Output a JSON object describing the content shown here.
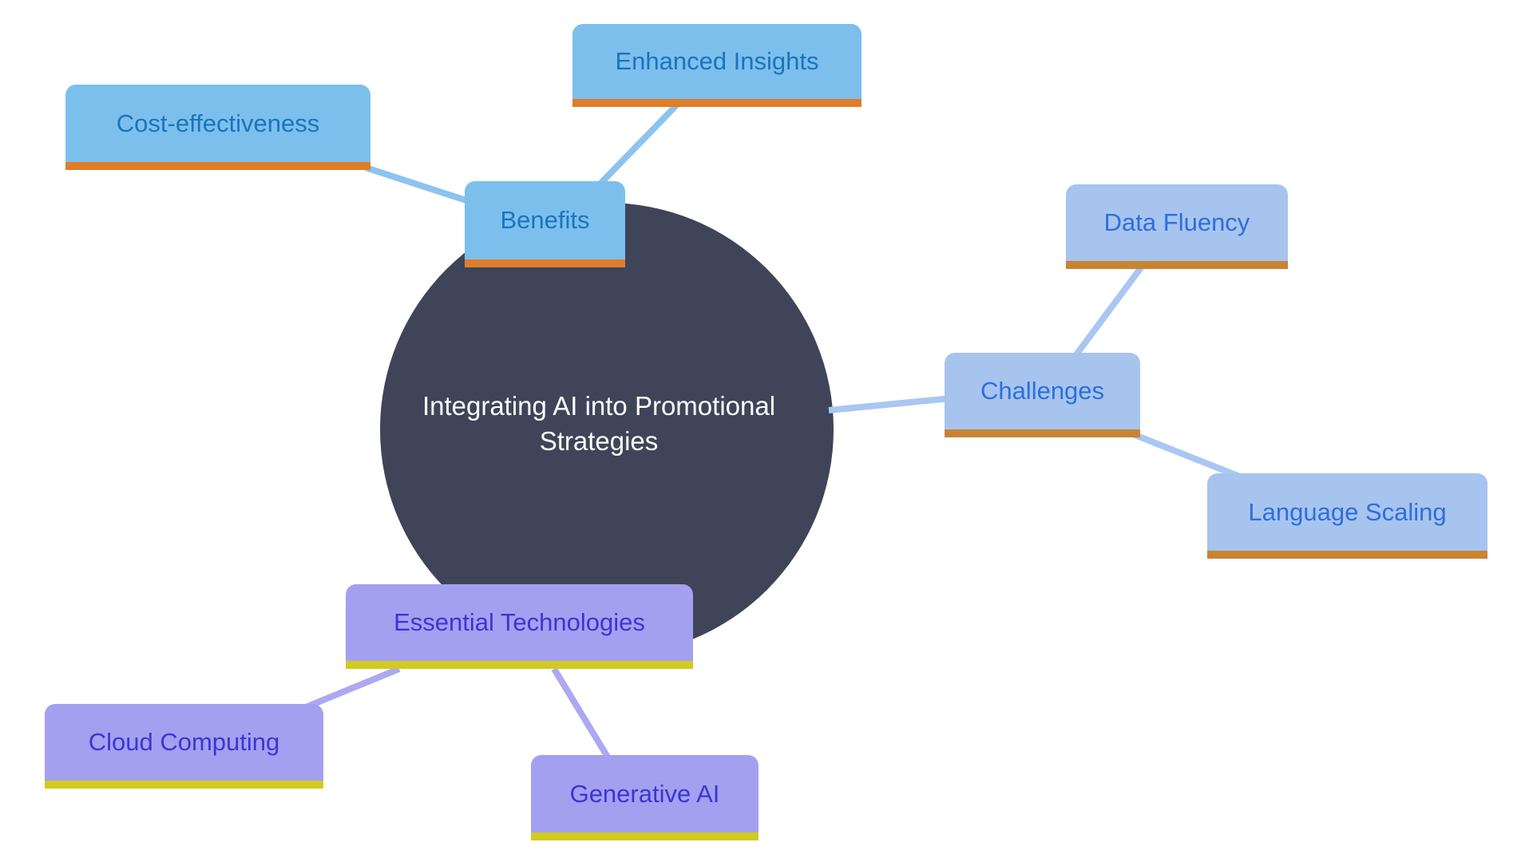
{
  "diagram": {
    "type": "mind-map",
    "center": {
      "title": "Integrating AI into Promotional Strategies",
      "title_lines": [
        "Integrating AI into Promotional",
        "Strategies"
      ]
    },
    "nodes": {
      "benefits": {
        "label": "Benefits",
        "branch_color": "sky-blue"
      },
      "enhanced_insights": {
        "label": "Enhanced Insights",
        "branch_color": "sky-blue"
      },
      "cost_effectiveness": {
        "label": "Cost-effectiveness",
        "branch_color": "sky-blue"
      },
      "challenges": {
        "label": "Challenges",
        "branch_color": "periwinkle-blue"
      },
      "data_fluency": {
        "label": "Data Fluency",
        "branch_color": "periwinkle-blue"
      },
      "language_scaling": {
        "label": "Language Scaling",
        "branch_color": "periwinkle-blue"
      },
      "essential_technologies": {
        "label": "Essential Technologies",
        "branch_color": "purple"
      },
      "cloud_computing": {
        "label": "Cloud Computing",
        "branch_color": "purple"
      },
      "generative_ai": {
        "label": "Generative AI",
        "branch_color": "purple"
      }
    },
    "edges": [
      {
        "from": "Benefits",
        "to": "Enhanced Insights"
      },
      {
        "from": "Benefits",
        "to": "Cost-effectiveness"
      },
      {
        "from": "Integrating AI into Promotional Strategies",
        "to": "Challenges"
      },
      {
        "from": "Challenges",
        "to": "Data Fluency"
      },
      {
        "from": "Challenges",
        "to": "Language Scaling"
      },
      {
        "from": "Essential Technologies",
        "to": "Cloud Computing"
      },
      {
        "from": "Essential Technologies",
        "to": "Generative AI"
      }
    ],
    "palette": {
      "sky_fill": "#7DBFEC",
      "sky_text": "#1B74BE",
      "sky_line": "#8CC3EF",
      "sky_underline": "#E07D28",
      "peri_fill": "#A7C4EF",
      "peri_text": "#2E6FD9",
      "peri_line": "#A9C7F1",
      "peri_underline": "#C98432",
      "purple_fill": "#A3A0F0",
      "purple_text": "#3B36D3",
      "purple_line": "#ACA8F2",
      "purple_underline": "#D2CA20",
      "circle_fill": "#3F4458",
      "circle_text": "#FDFDFE",
      "page_bg": "#FFFFFF"
    }
  }
}
